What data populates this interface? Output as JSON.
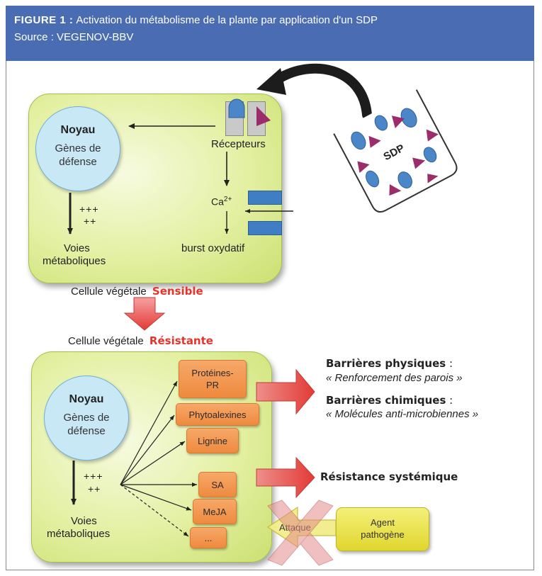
{
  "header": {
    "figure_label": "FIGURE 1 :",
    "title": "Activation du métabolisme de la plante par application d'un SDP",
    "source": "Source : VEGENOV-BBV"
  },
  "top_cell": {
    "noyau": "Noyau",
    "genes_line1": "Gènes de",
    "genes_line2": "défense",
    "plus_line1": "+++",
    "plus_line2": "++",
    "voies_line1": "Voies",
    "voies_line2": "métaboliques",
    "recepteurs": "Récepteurs",
    "ca_base": "Ca",
    "ca_sup": "2+",
    "burst": "burst oxydatif"
  },
  "sdp_label": "SDP",
  "cell_state_1": {
    "label": "Cellule végétale",
    "state": "Sensible"
  },
  "cell_state_2": {
    "label": "Cellule végétale",
    "state": "Résistante"
  },
  "bottom_cell": {
    "noyau": "Noyau",
    "genes_line1": "Gènes de",
    "genes_line2": "défense",
    "plus_line1": "+++",
    "plus_line2": "++",
    "voies_line1": "Voies",
    "voies_line2": "métaboliques",
    "boxes": {
      "proteines_line1": "Protéines-",
      "proteines_line2": "PR",
      "phyto": "Phytoalexines",
      "lignine": "Lignine",
      "sa": "SA",
      "meja": "MeJA",
      "etc": "..."
    }
  },
  "outcomes": {
    "phys_title": "Barrières physiques",
    "phys_colon": " :",
    "phys_desc": "« Renforcement des parois »",
    "chim_title": "Barrières chimiques",
    "chim_colon": " :",
    "chim_desc": "« Molécules anti-microbiennes »",
    "systemic": "Résistance systémique"
  },
  "attack": {
    "attaque": "Attaque",
    "agent_line1": "Agent",
    "agent_line2": "pathogène"
  },
  "colors": {
    "banner": "#4a6cb3",
    "accent_red": "#e5342a",
    "cell_green": "#d7e88a",
    "orange_box": "#f29a52",
    "triangle": "#9b2d6b",
    "sdp_blue": "#4a86c8"
  }
}
